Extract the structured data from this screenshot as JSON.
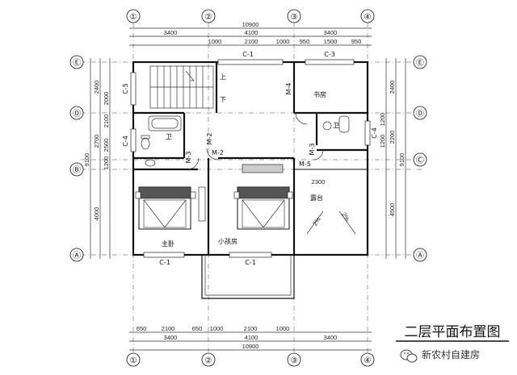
{
  "title": "二层平面布置图",
  "watermark": {
    "text": "新农村自建房",
    "icon": "wechat-icon"
  },
  "axes": {
    "vertical": [
      "①",
      "②",
      "③",
      "④"
    ],
    "horizontal": [
      "Ⓐ",
      "Ⓑ",
      "Ⓒ",
      "Ⓓ",
      "Ⓔ"
    ]
  },
  "top_dims": {
    "total": "10900",
    "row2": [
      "3400",
      "4100",
      "3400"
    ],
    "row3": [
      "1000",
      "2100",
      "1000",
      "950",
      "1500",
      "950"
    ]
  },
  "bottom_dims": {
    "row1": [
      "650",
      "2100",
      "650",
      "1000",
      "2100",
      "1000"
    ],
    "row2": [
      "3400",
      "4100",
      "3400"
    ],
    "total": "10900"
  },
  "left_dims": {
    "total": "9100",
    "segments": [
      "2400",
      "2700",
      "4000"
    ],
    "detail": [
      "2000",
      "2100",
      "2500",
      "1200"
    ]
  },
  "right_dims": {
    "total": "9100",
    "segments": [
      "2400",
      "2200",
      "4500"
    ],
    "detail": [
      "1200",
      "1200"
    ]
  },
  "rooms": {
    "study": "书房",
    "master_bed": "主卧",
    "small_bed": "小孩房",
    "terrace": "露台",
    "wc1": "卫",
    "wc2": "卫",
    "stair_up": "上",
    "stair_down": "下"
  },
  "doors": [
    "M-2",
    "M-2",
    "M-3",
    "M-3",
    "M-4",
    "M-5"
  ],
  "windows": [
    "C-1",
    "C-3",
    "C-5",
    "C-4",
    "C-4",
    "C-1",
    "C-1"
  ],
  "terrace": {
    "dim": "2300",
    "slope": "2%"
  }
}
